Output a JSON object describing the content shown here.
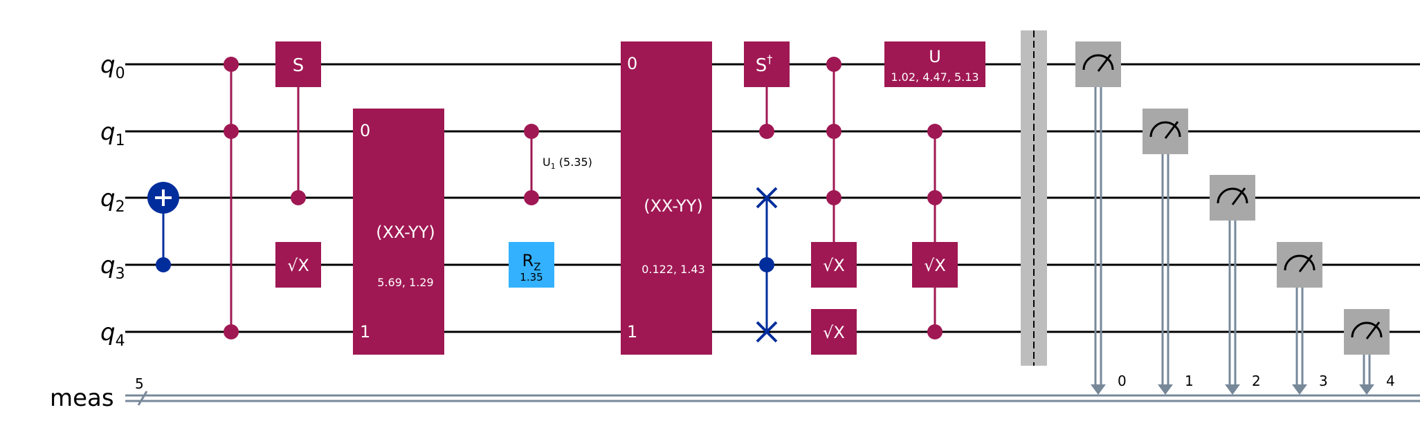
{
  "wires": {
    "quantum": [
      {
        "letter": "q",
        "index": "0"
      },
      {
        "letter": "q",
        "index": "1"
      },
      {
        "letter": "q",
        "index": "2"
      },
      {
        "letter": "q",
        "index": "3"
      },
      {
        "letter": "q",
        "index": "4"
      }
    ],
    "classical": {
      "name": "meas",
      "width_label": "5"
    }
  },
  "gates": {
    "s": "S",
    "sx": "√X",
    "xxyy_a": {
      "name": "(XX-YY)",
      "params": "5.69, 1.29",
      "port_top": "0",
      "port_bottom": "1"
    },
    "u1": {
      "name": "U",
      "sub": "1",
      "params": " (5.35)"
    },
    "rz": {
      "name": "R",
      "sub": "Z",
      "params": "1.35"
    },
    "xxyy_b": {
      "name": "(XX-YY)",
      "params": "0.122, 1.43",
      "port_top": "0",
      "port_bottom": "1"
    },
    "sdg": {
      "name": "S",
      "sup": "†"
    },
    "u": {
      "name": "U",
      "params": "1.02, 4.47, 5.13"
    }
  },
  "measure_targets": [
    "0",
    "1",
    "2",
    "3",
    "4"
  ],
  "colors": {
    "gate": "#9f1853",
    "cnot": "#002d9c",
    "rz": "#33b1ff",
    "barrier": "#bdbdbd",
    "measure": "#a8a8a8",
    "classical": "#778899"
  }
}
